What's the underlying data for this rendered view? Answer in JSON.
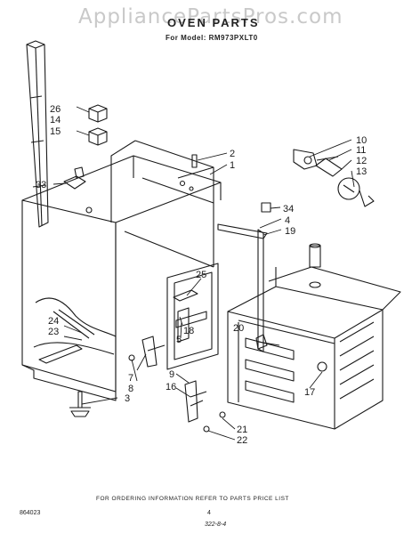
{
  "header": {
    "watermark": "AppliancePartsPros.com",
    "title": "OVEN PARTS",
    "model_line": "For Model: RM973PXLT0"
  },
  "callouts": {
    "c1": "1",
    "c2": "2",
    "c3": "3",
    "c4": "4",
    "c5": "5",
    "c7": "7",
    "c8": "8",
    "c9": "9",
    "c10": "10",
    "c11": "11",
    "c12": "12",
    "c13": "13",
    "c14": "14",
    "c15": "15",
    "c16": "16",
    "c17": "17",
    "c18": "18",
    "c19": "19",
    "c20": "20",
    "c21": "21",
    "c22": "22",
    "c23": "23",
    "c24": "24",
    "c25": "25",
    "c26": "26",
    "c33": "33",
    "c34": "34"
  },
  "footer": {
    "ordering_note": "FOR ORDERING INFORMATION REFER TO PARTS PRICE LIST",
    "page_number": "4",
    "doc_id": "864023",
    "stamp": "322-8-4"
  }
}
